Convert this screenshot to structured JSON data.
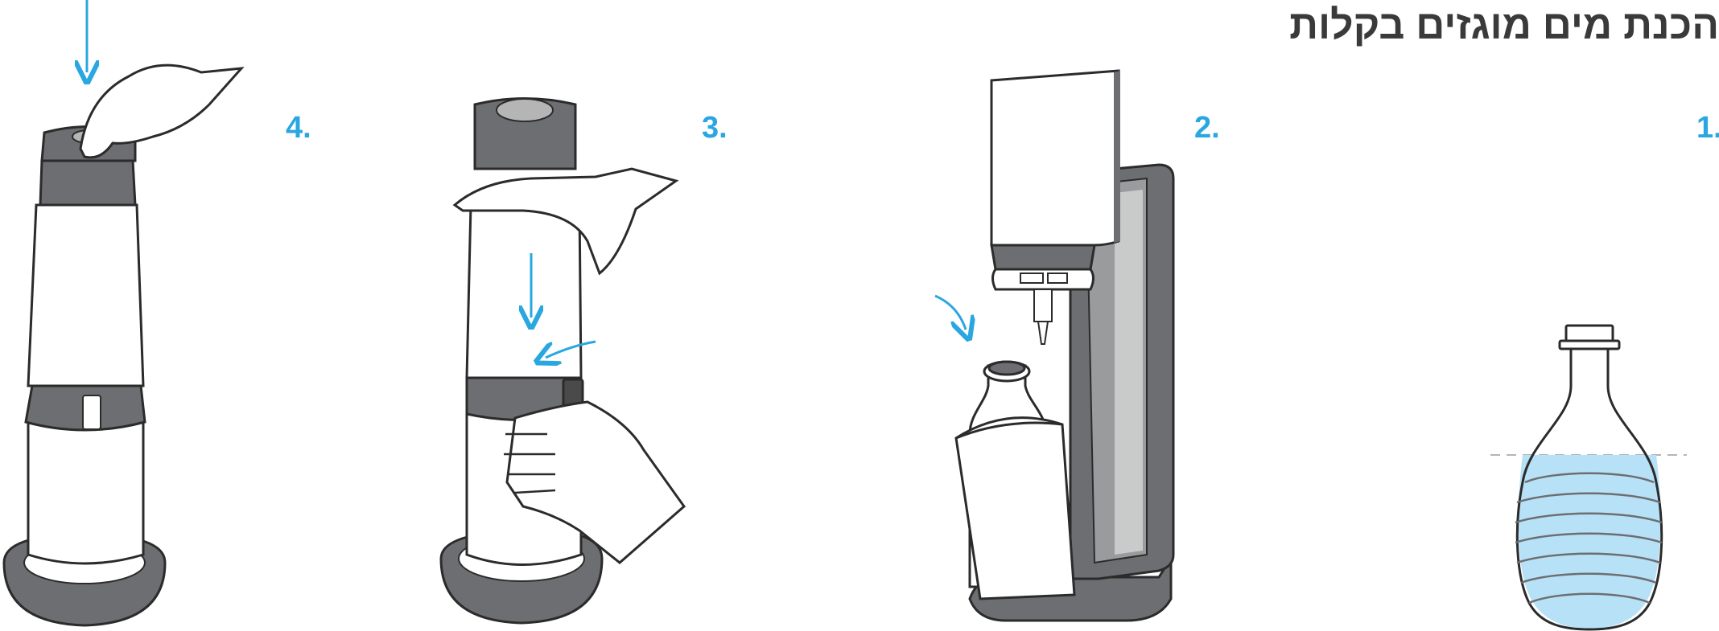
{
  "title": "הכנת מים מוגזים בקלות",
  "steps": [
    {
      "number": "1."
    },
    {
      "number": "2."
    },
    {
      "number": "3."
    },
    {
      "number": "4."
    }
  ],
  "colors": {
    "title": "#3a3a3a",
    "accent": "#2aa7e0",
    "dark": "#6d6e71",
    "water": "#b7e1f7"
  }
}
